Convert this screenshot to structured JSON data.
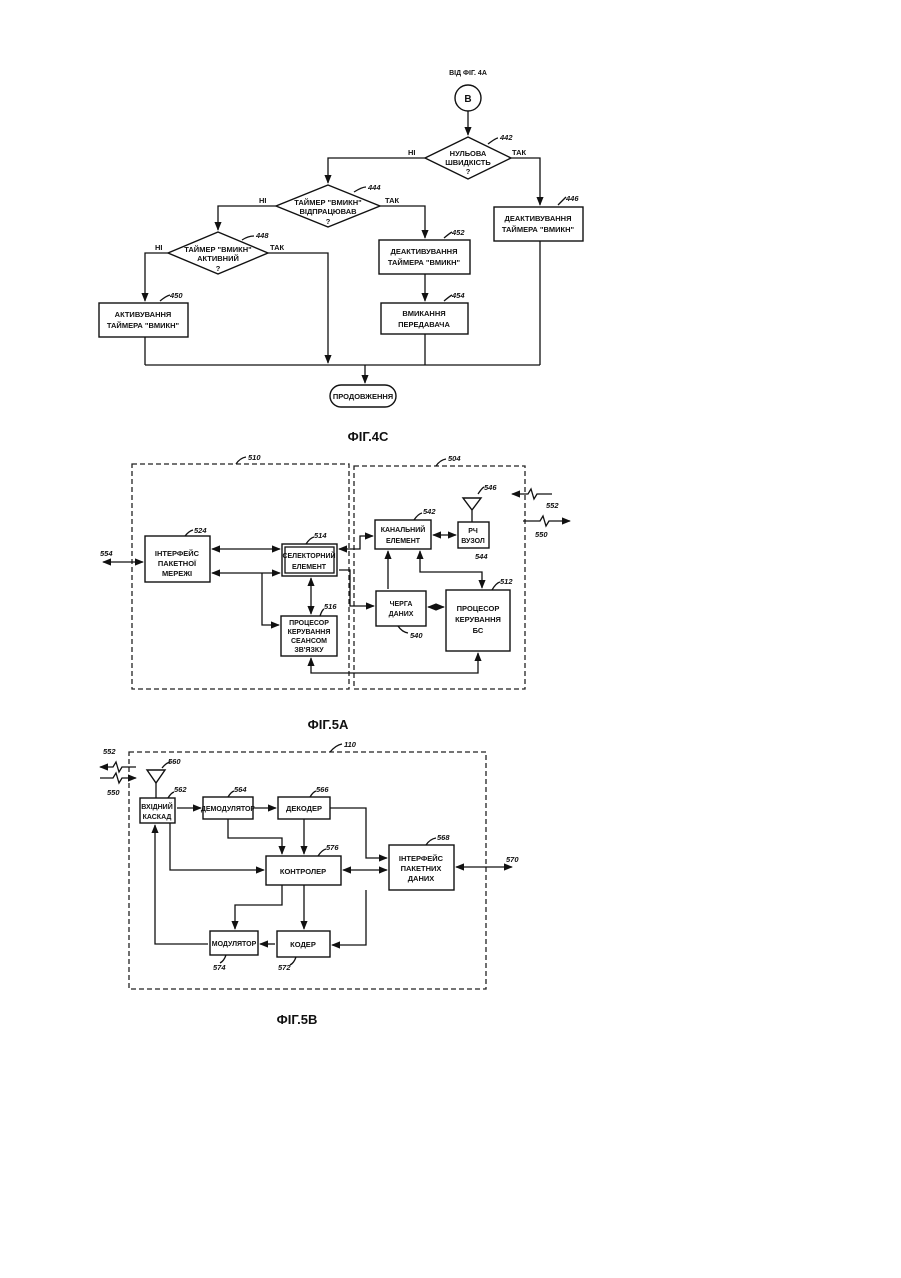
{
  "fig4c": {
    "caption": "ФІГ.4С",
    "from_label": "ВІД ФІГ. 4А",
    "connector": "B",
    "d442": {
      "ref": "442",
      "line1": "НУЛЬОВА",
      "line2": "ШВИДКІСТЬ",
      "line3": "?"
    },
    "d444": {
      "ref": "444",
      "line1": "ТАЙМЕР \"ВМИКН\"",
      "line2": "ВІДПРАЦЮВАВ",
      "line3": "?"
    },
    "d448": {
      "ref": "448",
      "line1": "ТАЙМЕР \"ВМИКН\"",
      "line2": "АКТИВНИЙ",
      "line3": "?"
    },
    "b446": {
      "ref": "446",
      "line1": "ДЕАКТИВУВАННЯ",
      "line2": "ТАЙМЕРА \"ВМИКН\""
    },
    "b452": {
      "ref": "452",
      "line1": "ДЕАКТИВУВАННЯ",
      "line2": "ТАЙМЕРА \"ВМИКН\""
    },
    "b454": {
      "ref": "454",
      "line1": "ВМИКАННЯ",
      "line2": "ПЕРЕДАВАЧА"
    },
    "b450": {
      "ref": "450",
      "line1": "АКТИВУВАННЯ",
      "line2": "ТАЙМЕРА \"ВМИКН\""
    },
    "yes": "ТАК",
    "no": "НІ",
    "end": "ПРОДОВЖЕННЯ"
  },
  "fig5a": {
    "caption": "ФІГ.5А",
    "ref510": "510",
    "ref504": "504",
    "ref554": "554",
    "ref552": "552",
    "ref550": "550",
    "b524": {
      "ref": "524",
      "line1": "ІНТЕРФЕЙС",
      "line2": "ПАКЕТНОЇ",
      "line3": "МЕРЕЖІ"
    },
    "b514": {
      "ref": "514",
      "line1": "СЕЛЕКТОРНИЙ",
      "line2": "ЕЛЕМЕНТ"
    },
    "b516": {
      "ref": "516",
      "line1": "ПРОЦЕСОР",
      "line2": "КЕРУВАННЯ",
      "line3": "СЕАНСОМ",
      "line4": "ЗВ'ЯЗКУ"
    },
    "b542": {
      "ref": "542",
      "line1": "КАНАЛЬНИЙ",
      "line2": "ЕЛЕМЕНТ"
    },
    "b544": {
      "ref": "544",
      "line1": "РЧ",
      "line2": "ВУЗОЛ"
    },
    "ant546": {
      "ref": "546"
    },
    "b540": {
      "ref": "540",
      "line1": "ЧЕРГА",
      "line2": "ДАНИХ"
    },
    "b512": {
      "ref": "512",
      "line1": "ПРОЦЕСОР",
      "line2": "КЕРУВАННЯ",
      "line3": "БС"
    }
  },
  "fig5b": {
    "caption": "ФІГ.5В",
    "ref110": "110",
    "ref552": "552",
    "ref550": "550",
    "ref570": "570",
    "ant560": {
      "ref": "560"
    },
    "b562": {
      "ref": "562",
      "line1": "ВХІДНИЙ",
      "line2": "КАСКАД"
    },
    "b564": {
      "ref": "564",
      "line1": "ДЕМОДУЛЯТОР"
    },
    "b566": {
      "ref": "566",
      "line1": "ДЕКОДЕР"
    },
    "b576": {
      "ref": "576",
      "line1": "КОНТРОЛЕР"
    },
    "b568": {
      "ref": "568",
      "line1": "ІНТЕРФЕЙС",
      "line2": "ПАКЕТНИХ",
      "line3": "ДАНИХ"
    },
    "b574": {
      "ref": "574",
      "line1": "МОДУЛЯТОР"
    },
    "b572": {
      "ref": "572",
      "line1": "КОДЕР"
    }
  }
}
